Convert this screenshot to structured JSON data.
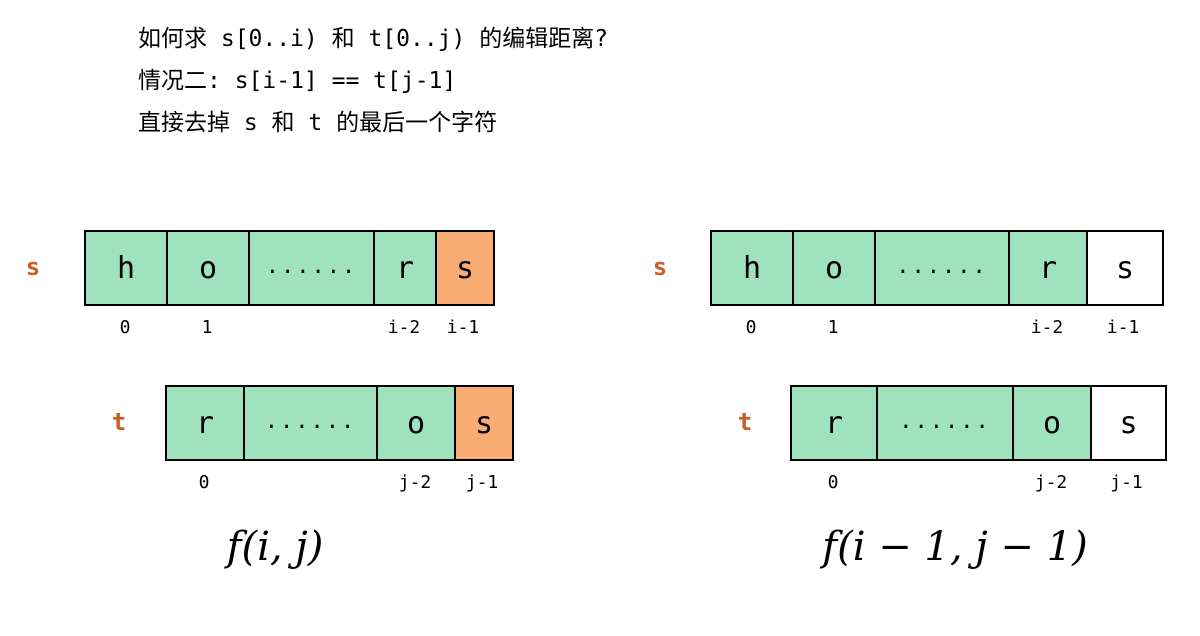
{
  "caption": {
    "lines": [
      "如何求 s[0..i) 和 t[0..j) 的编辑距离?",
      "情况二: s[i-1] == t[j-1]",
      "直接去掉 s 和 t 的最后一个字符"
    ]
  },
  "colors": {
    "cell_green": "#9ee3bd",
    "cell_highlight": "#f9ad74",
    "cell_plain": "#ffffff",
    "label_orange": "#cc5c22",
    "border": "#000000"
  },
  "diagrams": [
    {
      "id": "left",
      "formula": "f(i, j)",
      "rows": [
        {
          "name": "s",
          "label": "s",
          "cells": [
            {
              "text": "h",
              "fill": "green"
            },
            {
              "text": "o",
              "fill": "green"
            },
            {
              "text": "......",
              "fill": "green"
            },
            {
              "text": "r",
              "fill": "green"
            },
            {
              "text": "s",
              "fill": "highlight"
            }
          ],
          "indices": [
            "0",
            "1",
            "",
            "i-2",
            "i-1"
          ]
        },
        {
          "name": "t",
          "label": "t",
          "cells": [
            {
              "text": "r",
              "fill": "green"
            },
            {
              "text": "......",
              "fill": "green"
            },
            {
              "text": "o",
              "fill": "green"
            },
            {
              "text": "s",
              "fill": "highlight"
            }
          ],
          "indices": [
            "0",
            "",
            "j-2",
            "j-1"
          ]
        }
      ]
    },
    {
      "id": "right",
      "formula": "f(i − 1, j − 1)",
      "rows": [
        {
          "name": "s",
          "label": "s",
          "cells": [
            {
              "text": "h",
              "fill": "green"
            },
            {
              "text": "o",
              "fill": "green"
            },
            {
              "text": "......",
              "fill": "green"
            },
            {
              "text": "r",
              "fill": "green"
            },
            {
              "text": "s",
              "fill": "plain"
            }
          ],
          "indices": [
            "0",
            "1",
            "",
            "i-2",
            "i-1"
          ]
        },
        {
          "name": "t",
          "label": "t",
          "cells": [
            {
              "text": "r",
              "fill": "green"
            },
            {
              "text": "......",
              "fill": "green"
            },
            {
              "text": "o",
              "fill": "green"
            },
            {
              "text": "s",
              "fill": "plain"
            }
          ],
          "indices": [
            "0",
            "",
            "j-2",
            "j-1"
          ]
        }
      ]
    }
  ]
}
